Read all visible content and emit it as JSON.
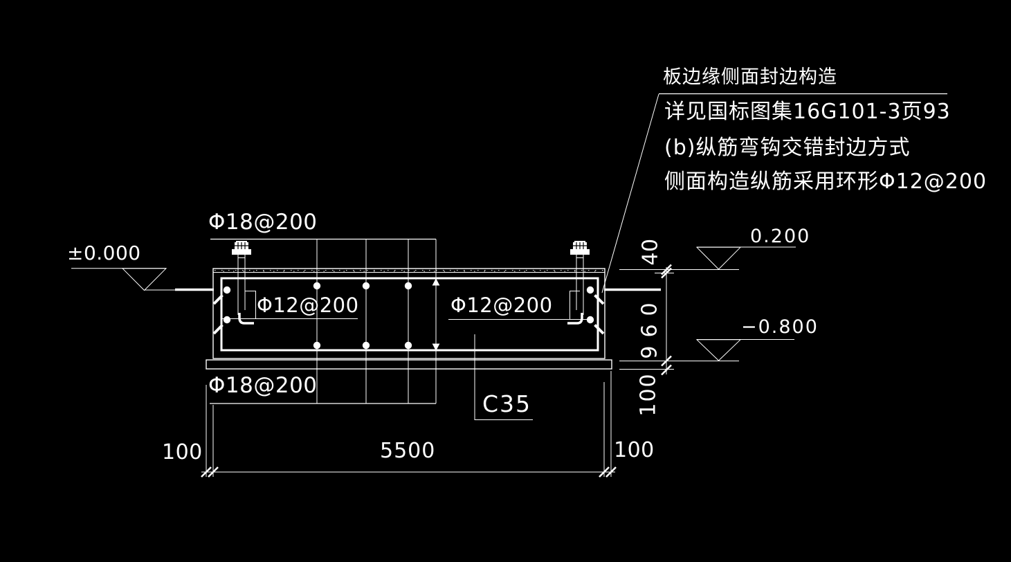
{
  "colors": {
    "background": "#000000",
    "line": "#ffffff"
  },
  "note": {
    "line1": "板边缘侧面封边构造",
    "line2": "详见国标图集16G101-3页93",
    "line3": "(b)纵筋弯钩交错封边方式",
    "line4": "侧面构造纵筋采用环形Φ12@200"
  },
  "labels": {
    "top_rebar": "Φ18@200",
    "bottom_rebar": "Φ18@200",
    "left_side_rebar": "Φ12@200",
    "right_side_rebar": "Φ12@200",
    "concrete_grade": "C35"
  },
  "levels": {
    "ground": "±0.000",
    "slab_top": "0.200",
    "slab_bottom": "−0.800"
  },
  "dims": {
    "bottom_left_overhang": "100",
    "bottom_span": "5500",
    "bottom_right_overhang": "100",
    "right_top": "40",
    "right_middle": "960",
    "right_bottom": "100"
  }
}
